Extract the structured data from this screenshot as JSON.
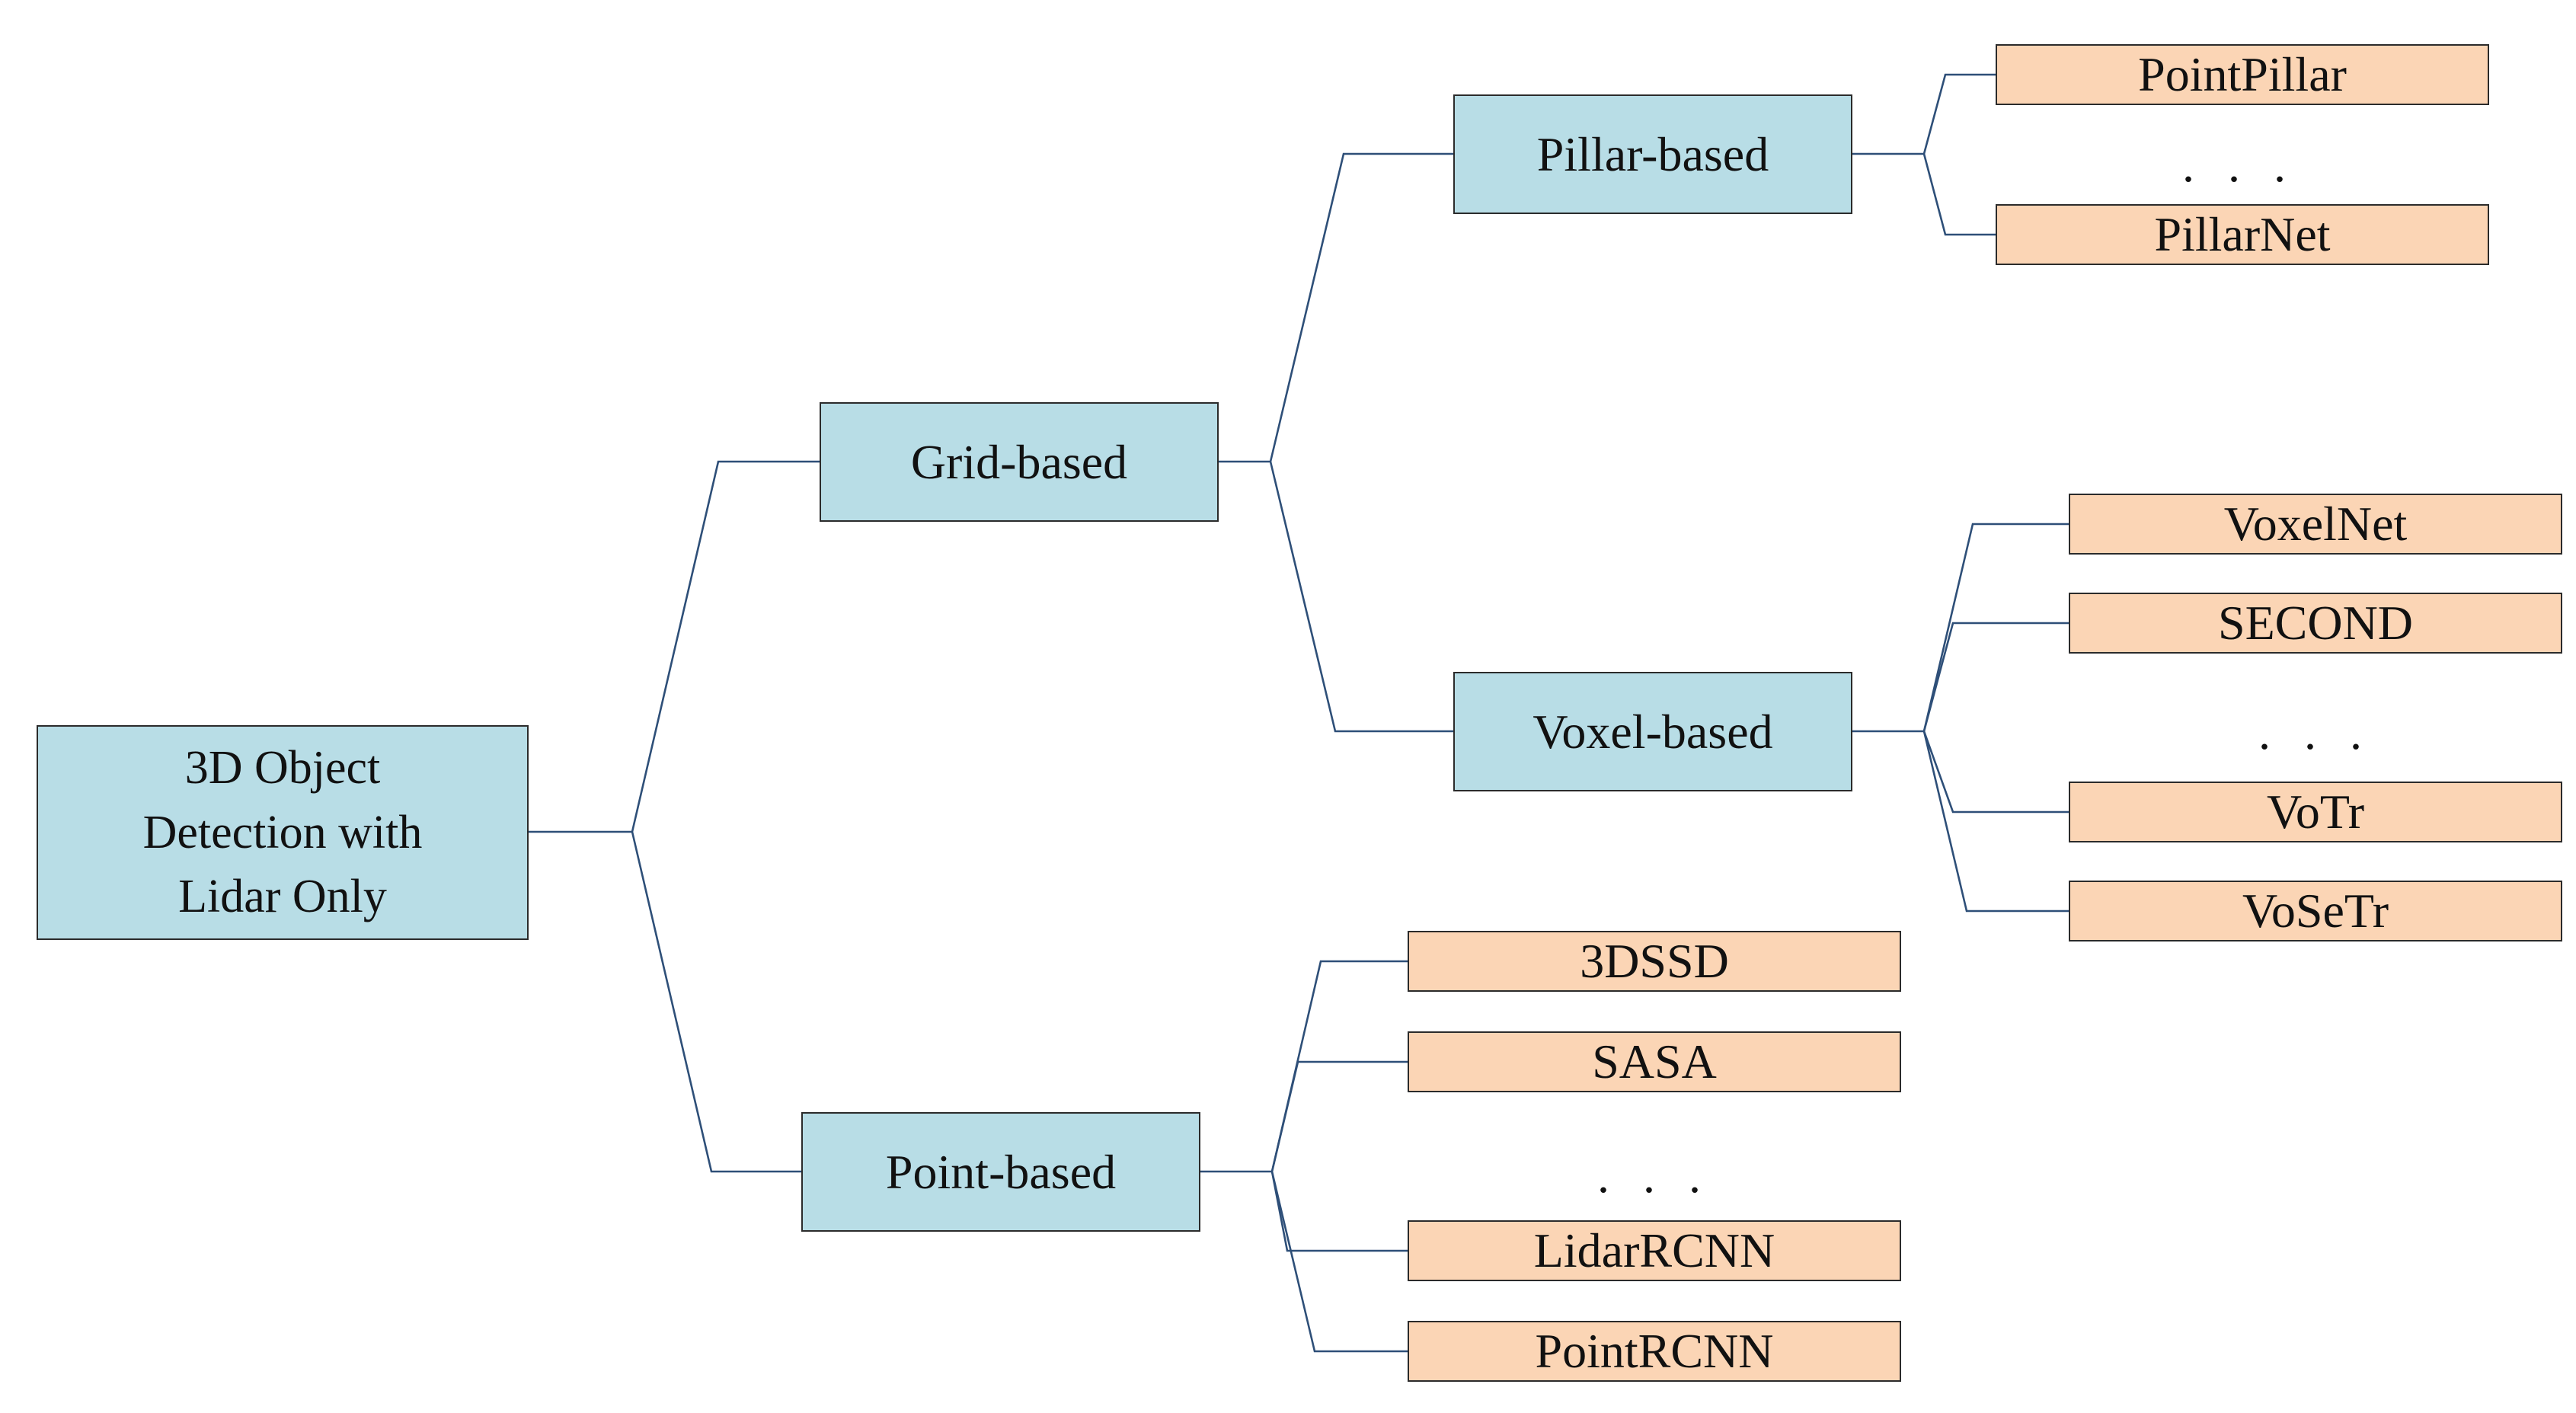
{
  "colors": {
    "category_fill": "#b8dde6",
    "method_fill": "#fbd5b5",
    "connector": "#2e4f78",
    "border": "#2b2b2b"
  },
  "root": {
    "lines": [
      "3D Object",
      "Detection with",
      "Lidar Only"
    ]
  },
  "grid_based": {
    "label": "Grid-based",
    "pillar_based": {
      "label": "Pillar-based",
      "methods": [
        "PointPillar",
        "PillarNet"
      ],
      "ellipsis": ". . ."
    },
    "voxel_based": {
      "label": "Voxel-based",
      "methods": [
        "VoxelNet",
        "SECOND",
        "VoTr",
        "VoSeTr"
      ],
      "ellipsis": ". . ."
    }
  },
  "point_based": {
    "label": "Point-based",
    "methods": [
      "3DSSD",
      "SASA",
      "LidarRCNN",
      "PointRCNN"
    ],
    "ellipsis": ". . ."
  }
}
